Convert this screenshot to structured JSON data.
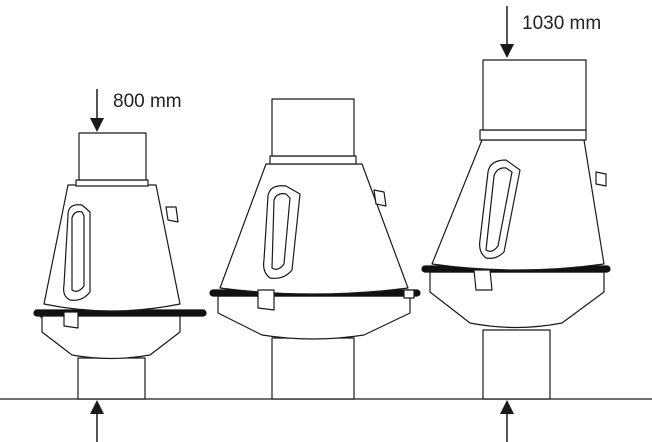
{
  "dimensions": {
    "small_height": "800 mm",
    "large_height": "1030 mm"
  },
  "units": {
    "count": 3
  },
  "colors": {
    "line": "#1a1a1a",
    "fill": "#ffffff",
    "band": "#111111"
  }
}
